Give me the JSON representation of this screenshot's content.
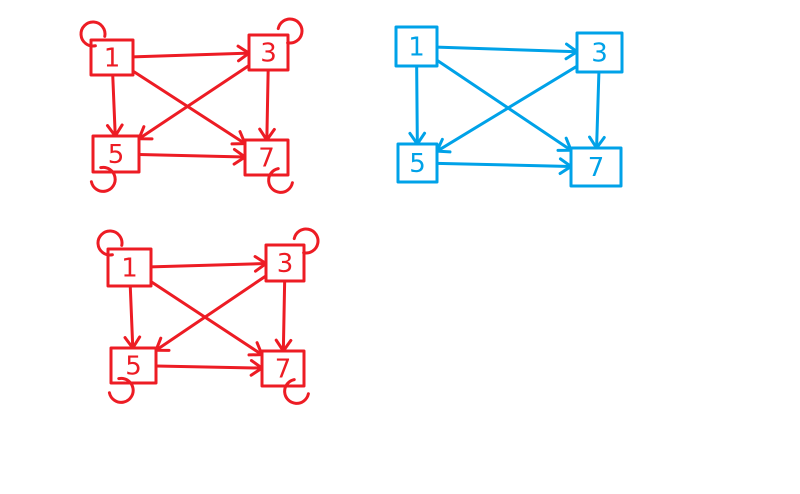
{
  "graphs": [
    {
      "id": "graph-red-top",
      "color": "#ed1c24",
      "self_loops": true,
      "nodes": [
        "1",
        "3",
        "5",
        "7"
      ],
      "edges": [
        [
          "1",
          "3"
        ],
        [
          "1",
          "5"
        ],
        [
          "1",
          "7"
        ],
        [
          "3",
          "5"
        ],
        [
          "3",
          "7"
        ],
        [
          "5",
          "7"
        ]
      ]
    },
    {
      "id": "graph-blue",
      "color": "#00a2e8",
      "self_loops": false,
      "nodes": [
        "1",
        "3",
        "5",
        "7"
      ],
      "edges": [
        [
          "1",
          "3"
        ],
        [
          "1",
          "5"
        ],
        [
          "1",
          "7"
        ],
        [
          "3",
          "5"
        ],
        [
          "3",
          "7"
        ],
        [
          "5",
          "7"
        ]
      ]
    },
    {
      "id": "graph-red-bottom",
      "color": "#ed1c24",
      "self_loops": true,
      "nodes": [
        "1",
        "3",
        "5",
        "7"
      ],
      "edges": [
        [
          "1",
          "3"
        ],
        [
          "1",
          "5"
        ],
        [
          "1",
          "7"
        ],
        [
          "3",
          "5"
        ],
        [
          "3",
          "7"
        ],
        [
          "5",
          "7"
        ]
      ]
    }
  ]
}
